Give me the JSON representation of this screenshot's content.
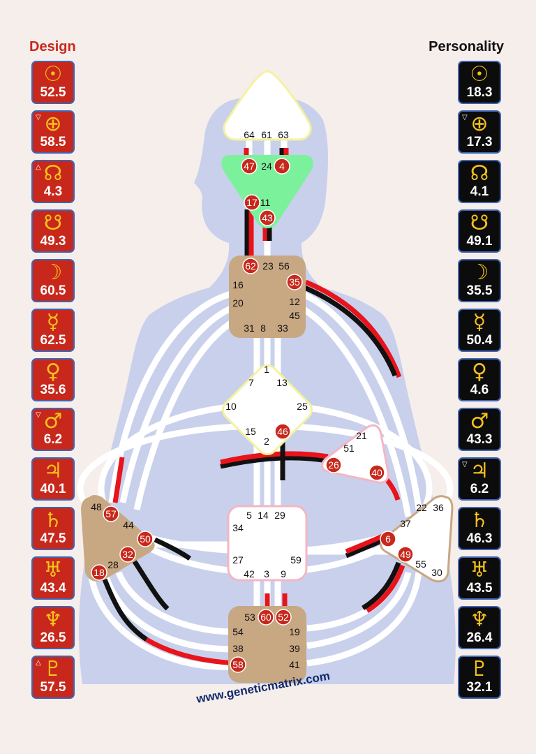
{
  "titles": {
    "design": "Design",
    "personality": "Personality"
  },
  "footer": "www.geneticmatrix.com",
  "colors": {
    "design": "#c8281c",
    "personality": "#0c0c0c",
    "glyph": "#f7c21b",
    "box_border": "#3f64b4",
    "body_silhouette": "#c8d0ec",
    "defined_brown": "#c8a783",
    "defined_green": "#7cf19b",
    "white_center": "#ffffff",
    "background": "#f5eeeb"
  },
  "design": [
    {
      "glyph": "☉",
      "value": "52.5",
      "arrow": ""
    },
    {
      "glyph": "⊕",
      "value": "58.5",
      "arrow": "▽"
    },
    {
      "glyph": "☊",
      "value": "4.3",
      "arrow": "△"
    },
    {
      "glyph": "☋",
      "value": "49.3",
      "arrow": ""
    },
    {
      "glyph": "☽",
      "value": "60.5",
      "arrow": ""
    },
    {
      "glyph": "☿",
      "value": "62.5",
      "arrow": ""
    },
    {
      "glyph": "♀",
      "value": "35.6",
      "arrow": ""
    },
    {
      "glyph": "♂",
      "value": "6.2",
      "arrow": "▽"
    },
    {
      "glyph": "♃",
      "value": "40.1",
      "arrow": ""
    },
    {
      "glyph": "♄",
      "value": "47.5",
      "arrow": ""
    },
    {
      "glyph": "♅",
      "value": "43.4",
      "arrow": ""
    },
    {
      "glyph": "♆",
      "value": "26.5",
      "arrow": ""
    },
    {
      "glyph": "♇",
      "value": "57.5",
      "arrow": "△"
    }
  ],
  "personality": [
    {
      "glyph": "☉",
      "value": "18.3",
      "arrow": ""
    },
    {
      "glyph": "⊕",
      "value": "17.3",
      "arrow": "▽"
    },
    {
      "glyph": "☊",
      "value": "4.1",
      "arrow": ""
    },
    {
      "glyph": "☋",
      "value": "49.1",
      "arrow": ""
    },
    {
      "glyph": "☽",
      "value": "35.5",
      "arrow": ""
    },
    {
      "glyph": "☿",
      "value": "50.4",
      "arrow": ""
    },
    {
      "glyph": "♀",
      "value": "4.6",
      "arrow": ""
    },
    {
      "glyph": "♂",
      "value": "43.3",
      "arrow": ""
    },
    {
      "glyph": "♃",
      "value": "6.2",
      "arrow": "▽"
    },
    {
      "glyph": "♄",
      "value": "46.3",
      "arrow": ""
    },
    {
      "glyph": "♅",
      "value": "43.5",
      "arrow": ""
    },
    {
      "glyph": "♆",
      "value": "26.4",
      "arrow": ""
    },
    {
      "glyph": "♇",
      "value": "32.1",
      "arrow": ""
    }
  ],
  "centers": {
    "head": {
      "gates": [
        "64",
        "61",
        "63"
      ]
    },
    "ajna": {
      "gates": [
        "47",
        "24",
        "4",
        "17",
        "11",
        "43"
      ],
      "active": [
        "47",
        "4",
        "17",
        "43"
      ]
    },
    "throat": {
      "gates": [
        "62",
        "23",
        "56",
        "16",
        "35",
        "20",
        "12",
        "45",
        "31",
        "8",
        "33"
      ],
      "active": [
        "62",
        "35"
      ]
    },
    "g": {
      "gates": [
        "1",
        "7",
        "13",
        "10",
        "25",
        "15",
        "2",
        "46"
      ],
      "active": [
        "46"
      ]
    },
    "ego": {
      "gates": [
        "21",
        "51",
        "26",
        "40"
      ],
      "active": [
        "26",
        "40"
      ]
    },
    "spleen": {
      "gates": [
        "48",
        "57",
        "44",
        "50",
        "32",
        "28",
        "18"
      ],
      "active": [
        "57",
        "50",
        "32",
        "18"
      ]
    },
    "sacral": {
      "gates": [
        "5",
        "14",
        "29",
        "34",
        "27",
        "59",
        "42",
        "3",
        "9"
      ]
    },
    "solar": {
      "gates": [
        "22",
        "36",
        "37",
        "6",
        "49",
        "55",
        "30"
      ],
      "active": [
        "6",
        "49"
      ]
    },
    "root": {
      "gates": [
        "53",
        "60",
        "52",
        "54",
        "19",
        "38",
        "39",
        "58",
        "41"
      ],
      "active": [
        "60",
        "52",
        "58"
      ]
    }
  }
}
